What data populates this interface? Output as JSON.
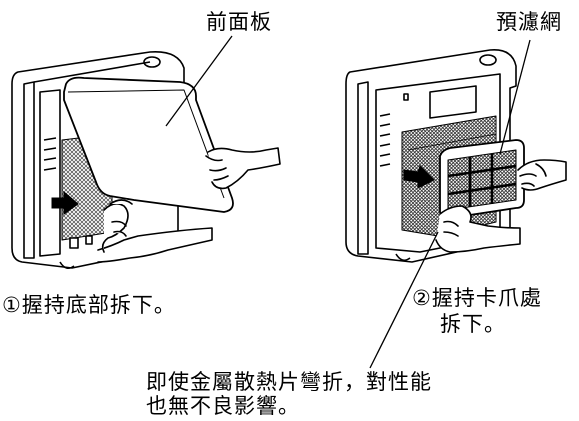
{
  "labels": {
    "front_panel": "前面板",
    "prefilter": "預濾網",
    "step1": "①握持底部拆下。",
    "step2_line1": "②握持卡爪處",
    "step2_line2": "拆下。",
    "note_line1": "即使金屬散熱片彎折，對性能",
    "note_line2": "也無不良影響。"
  },
  "colors": {
    "line": "#000000",
    "background": "#ffffff",
    "mesh": "#555555"
  }
}
